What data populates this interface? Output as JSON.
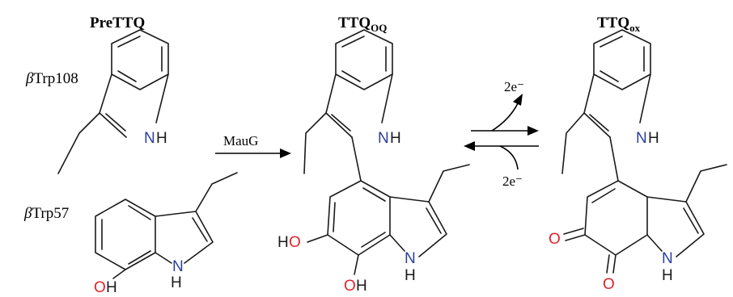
{
  "titles": {
    "pre": "PreTTQ",
    "oq_main": "TTQ",
    "oq_sub": "OQ",
    "ox_main": "TTQ",
    "ox_sub": "ox"
  },
  "residues": {
    "trp108_greek": "β",
    "trp108_name": "Trp108",
    "trp57_greek": "β",
    "trp57_name": "Trp57"
  },
  "arrows": {
    "enzyme": "MauG",
    "electrons_out": "2e⁻",
    "electrons_in": "2e⁻"
  },
  "atoms": {
    "n": "N",
    "h": "H",
    "o": "O"
  },
  "colors": {
    "nitrogen": "#2b3f9a",
    "oxygen": "#e0242a",
    "bond": "#1a1a1a"
  }
}
